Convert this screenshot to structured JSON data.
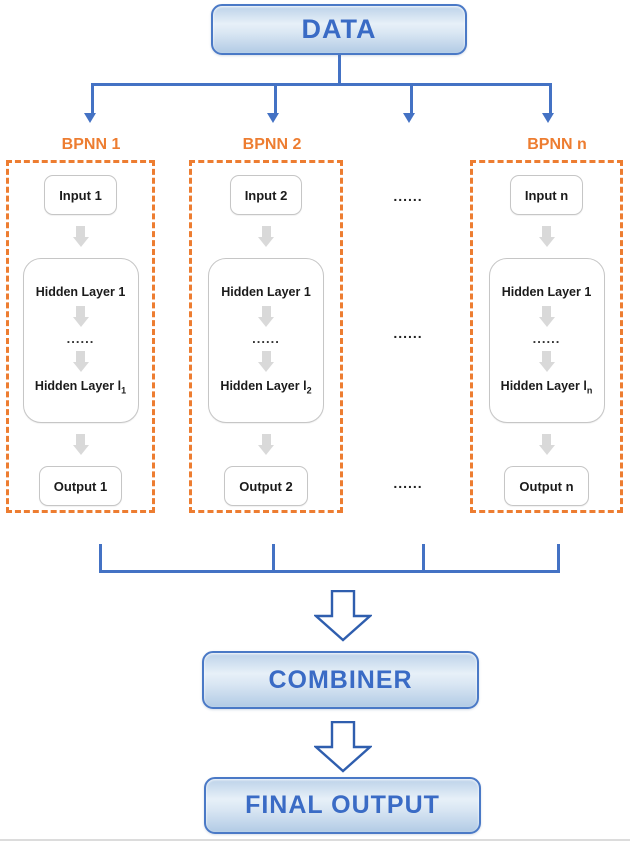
{
  "figure": {
    "top_node": "DATA",
    "combiner": "COMBINER",
    "final_output": "FINAL OUTPUT",
    "networks": [
      {
        "title": "BPNN 1",
        "input": "Input 1",
        "hidden_first": "Hidden Layer 1",
        "dots": "......",
        "hidden_last": "Hidden Layer l",
        "hidden_last_sub": "1",
        "output": "Output 1"
      },
      {
        "title": "BPNN 2",
        "input": "Input 2",
        "hidden_first": "Hidden Layer 1",
        "dots": "......",
        "hidden_last": "Hidden Layer l",
        "hidden_last_sub": "2",
        "output": "Output 2"
      },
      {
        "title": "BPNN n",
        "input": "Input n",
        "hidden_first": "Hidden Layer 1",
        "dots": "......",
        "hidden_last": "Hidden Layer l",
        "hidden_last_sub": "n",
        "output": "Output n"
      }
    ],
    "ellipsis_column": {
      "row1": "......",
      "row2": "......",
      "row3": "......"
    },
    "colors": {
      "accent_blue": "#4472C4",
      "text_blue": "#3A6BC5",
      "orange": "#ED7D31",
      "gray_arrow": "#D9D9D9"
    }
  }
}
